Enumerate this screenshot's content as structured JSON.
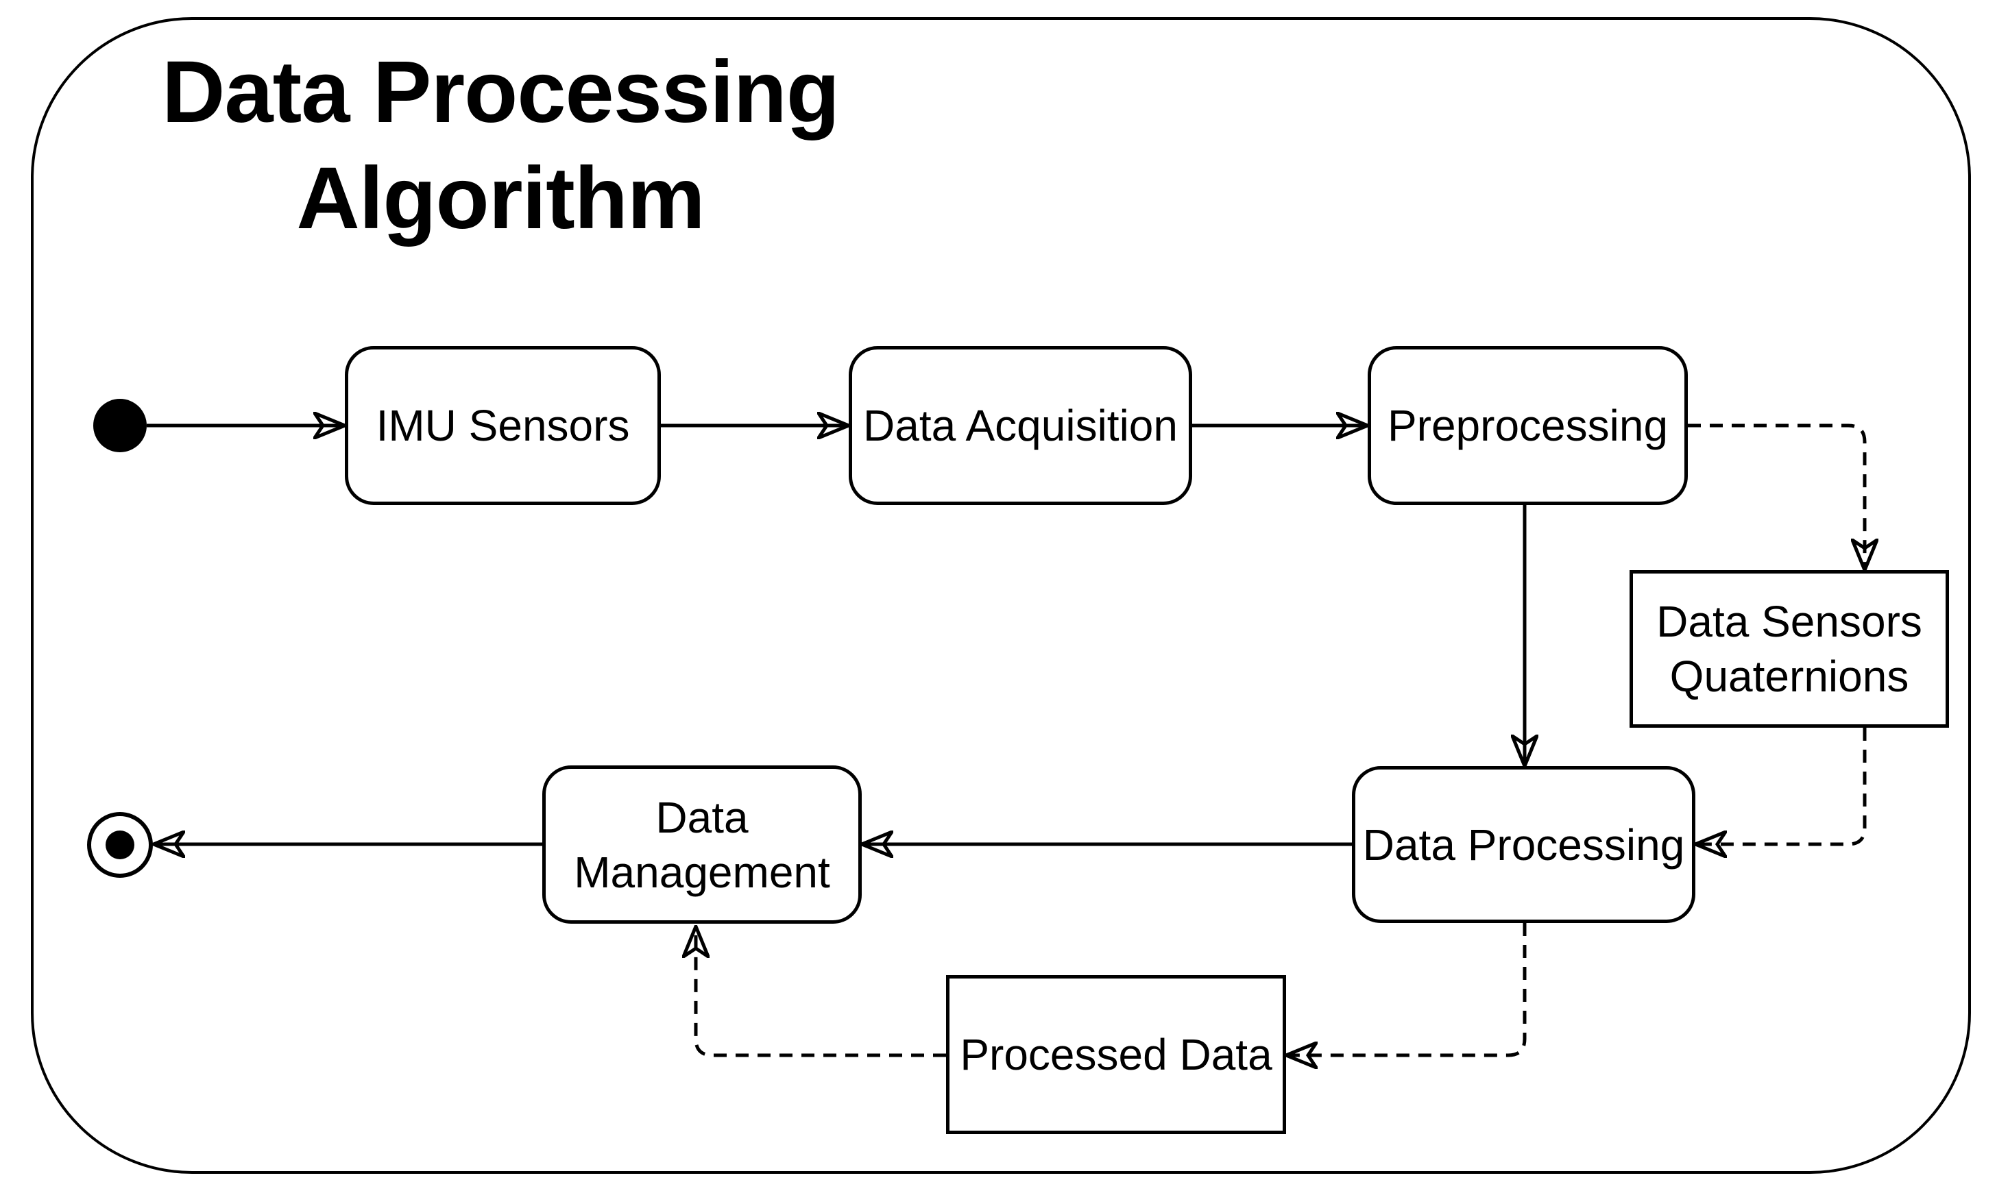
{
  "title": "Data Processing\nAlgorithm",
  "diagram": {
    "type": "uml-activity-diagram",
    "nodes": [
      {
        "id": "start",
        "kind": "initial-state",
        "label": ""
      },
      {
        "id": "imu-sensors",
        "kind": "activity",
        "label": "IMU Sensors"
      },
      {
        "id": "data-acquisition",
        "kind": "activity",
        "label": "Data Acquisition"
      },
      {
        "id": "preprocessing",
        "kind": "activity",
        "label": "Preprocessing"
      },
      {
        "id": "data-sensors-quaternions",
        "kind": "object",
        "label": "Data Sensors\nQuaternions"
      },
      {
        "id": "data-processing",
        "kind": "activity",
        "label": "Data Processing"
      },
      {
        "id": "data-management",
        "kind": "activity",
        "label": "Data\nManagement"
      },
      {
        "id": "processed-data",
        "kind": "object",
        "label": "Processed Data"
      },
      {
        "id": "end",
        "kind": "final-state",
        "label": ""
      }
    ],
    "edges": [
      {
        "from": "start",
        "to": "imu-sensors",
        "style": "solid"
      },
      {
        "from": "imu-sensors",
        "to": "data-acquisition",
        "style": "solid"
      },
      {
        "from": "data-acquisition",
        "to": "preprocessing",
        "style": "solid"
      },
      {
        "from": "preprocessing",
        "to": "data-processing",
        "style": "solid"
      },
      {
        "from": "preprocessing",
        "to": "data-sensors-quaternions",
        "style": "dashed"
      },
      {
        "from": "data-sensors-quaternions",
        "to": "data-processing",
        "style": "dashed"
      },
      {
        "from": "data-processing",
        "to": "data-management",
        "style": "solid"
      },
      {
        "from": "data-management",
        "to": "end",
        "style": "solid"
      },
      {
        "from": "data-processing",
        "to": "processed-data",
        "style": "dashed"
      },
      {
        "from": "processed-data",
        "to": "data-management",
        "style": "dashed"
      }
    ]
  },
  "colors": {
    "stroke": "#000000",
    "background": "#ffffff",
    "text": "#000000"
  }
}
